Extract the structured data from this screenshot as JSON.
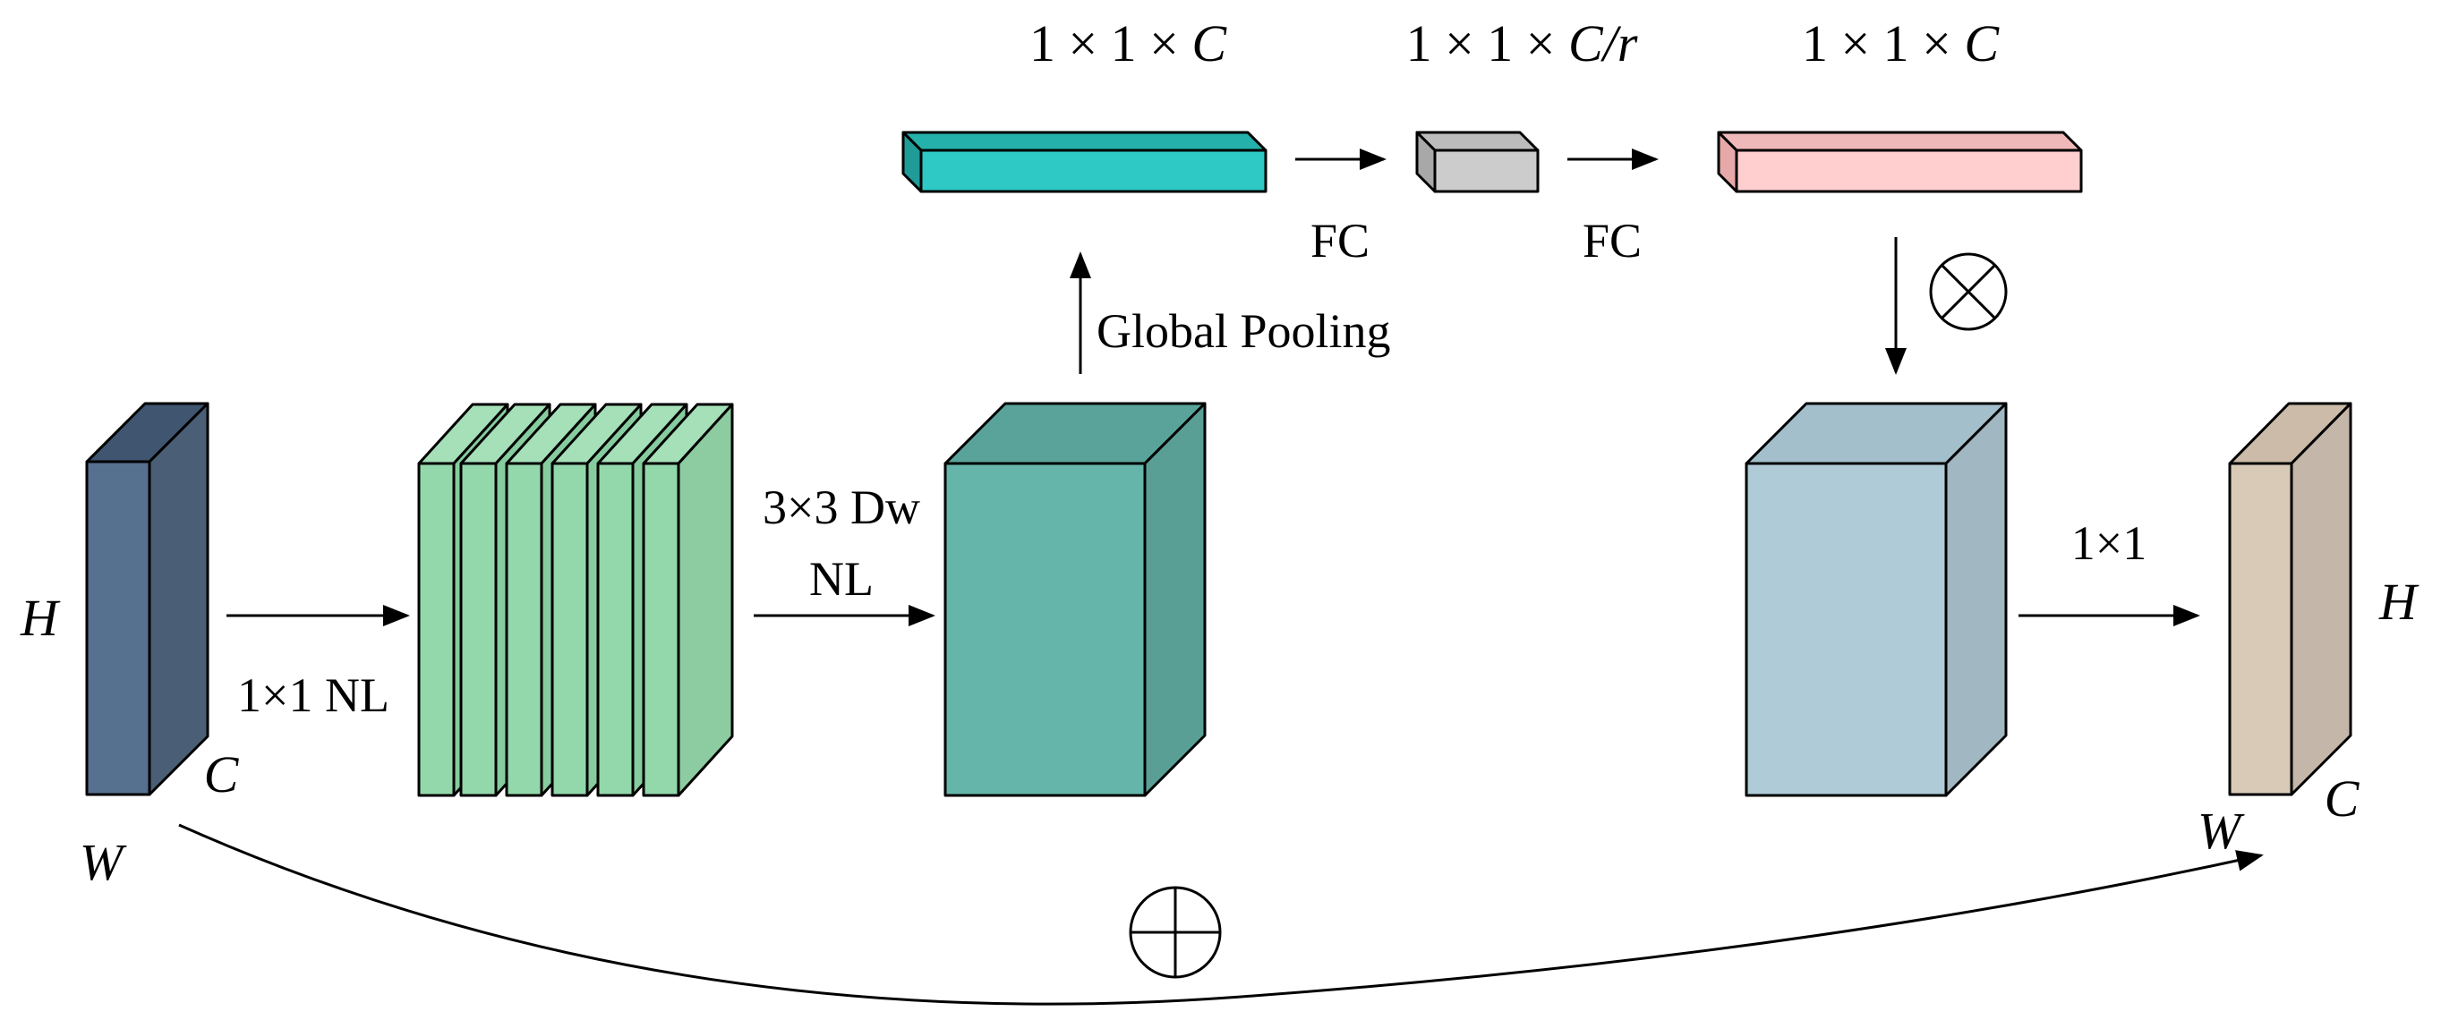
{
  "labels": {
    "dim_se_in": "1 × 1 × C",
    "dim_se_mid": "1 × 1 × C/r",
    "dim_se_out": "1 × 1 × C",
    "fc_first": "FC",
    "fc_second": "FC",
    "global_pooling": "Global Pooling",
    "conv_expand": "1×1 NL",
    "conv_depthwise_line1": "3×3 Dw",
    "conv_depthwise_line2": "NL",
    "conv_project": "1×1",
    "input_height": "H",
    "input_width": "W",
    "input_channels": "C",
    "output_height": "H",
    "output_width": "W",
    "output_channels": "C"
  },
  "symbols": {
    "multiply": "otimes",
    "add": "oplus"
  },
  "colors": {
    "input_block": "#50657e",
    "expanded_slices": "#92d7a8",
    "depthwise_block": "#66b5aa",
    "se_pooled": "#2ec9c4",
    "se_reduced": "#cccccc",
    "se_weights": "#ffcfcf",
    "reweighted_block": "#afcbd7",
    "output_block": "#d9cab8"
  }
}
